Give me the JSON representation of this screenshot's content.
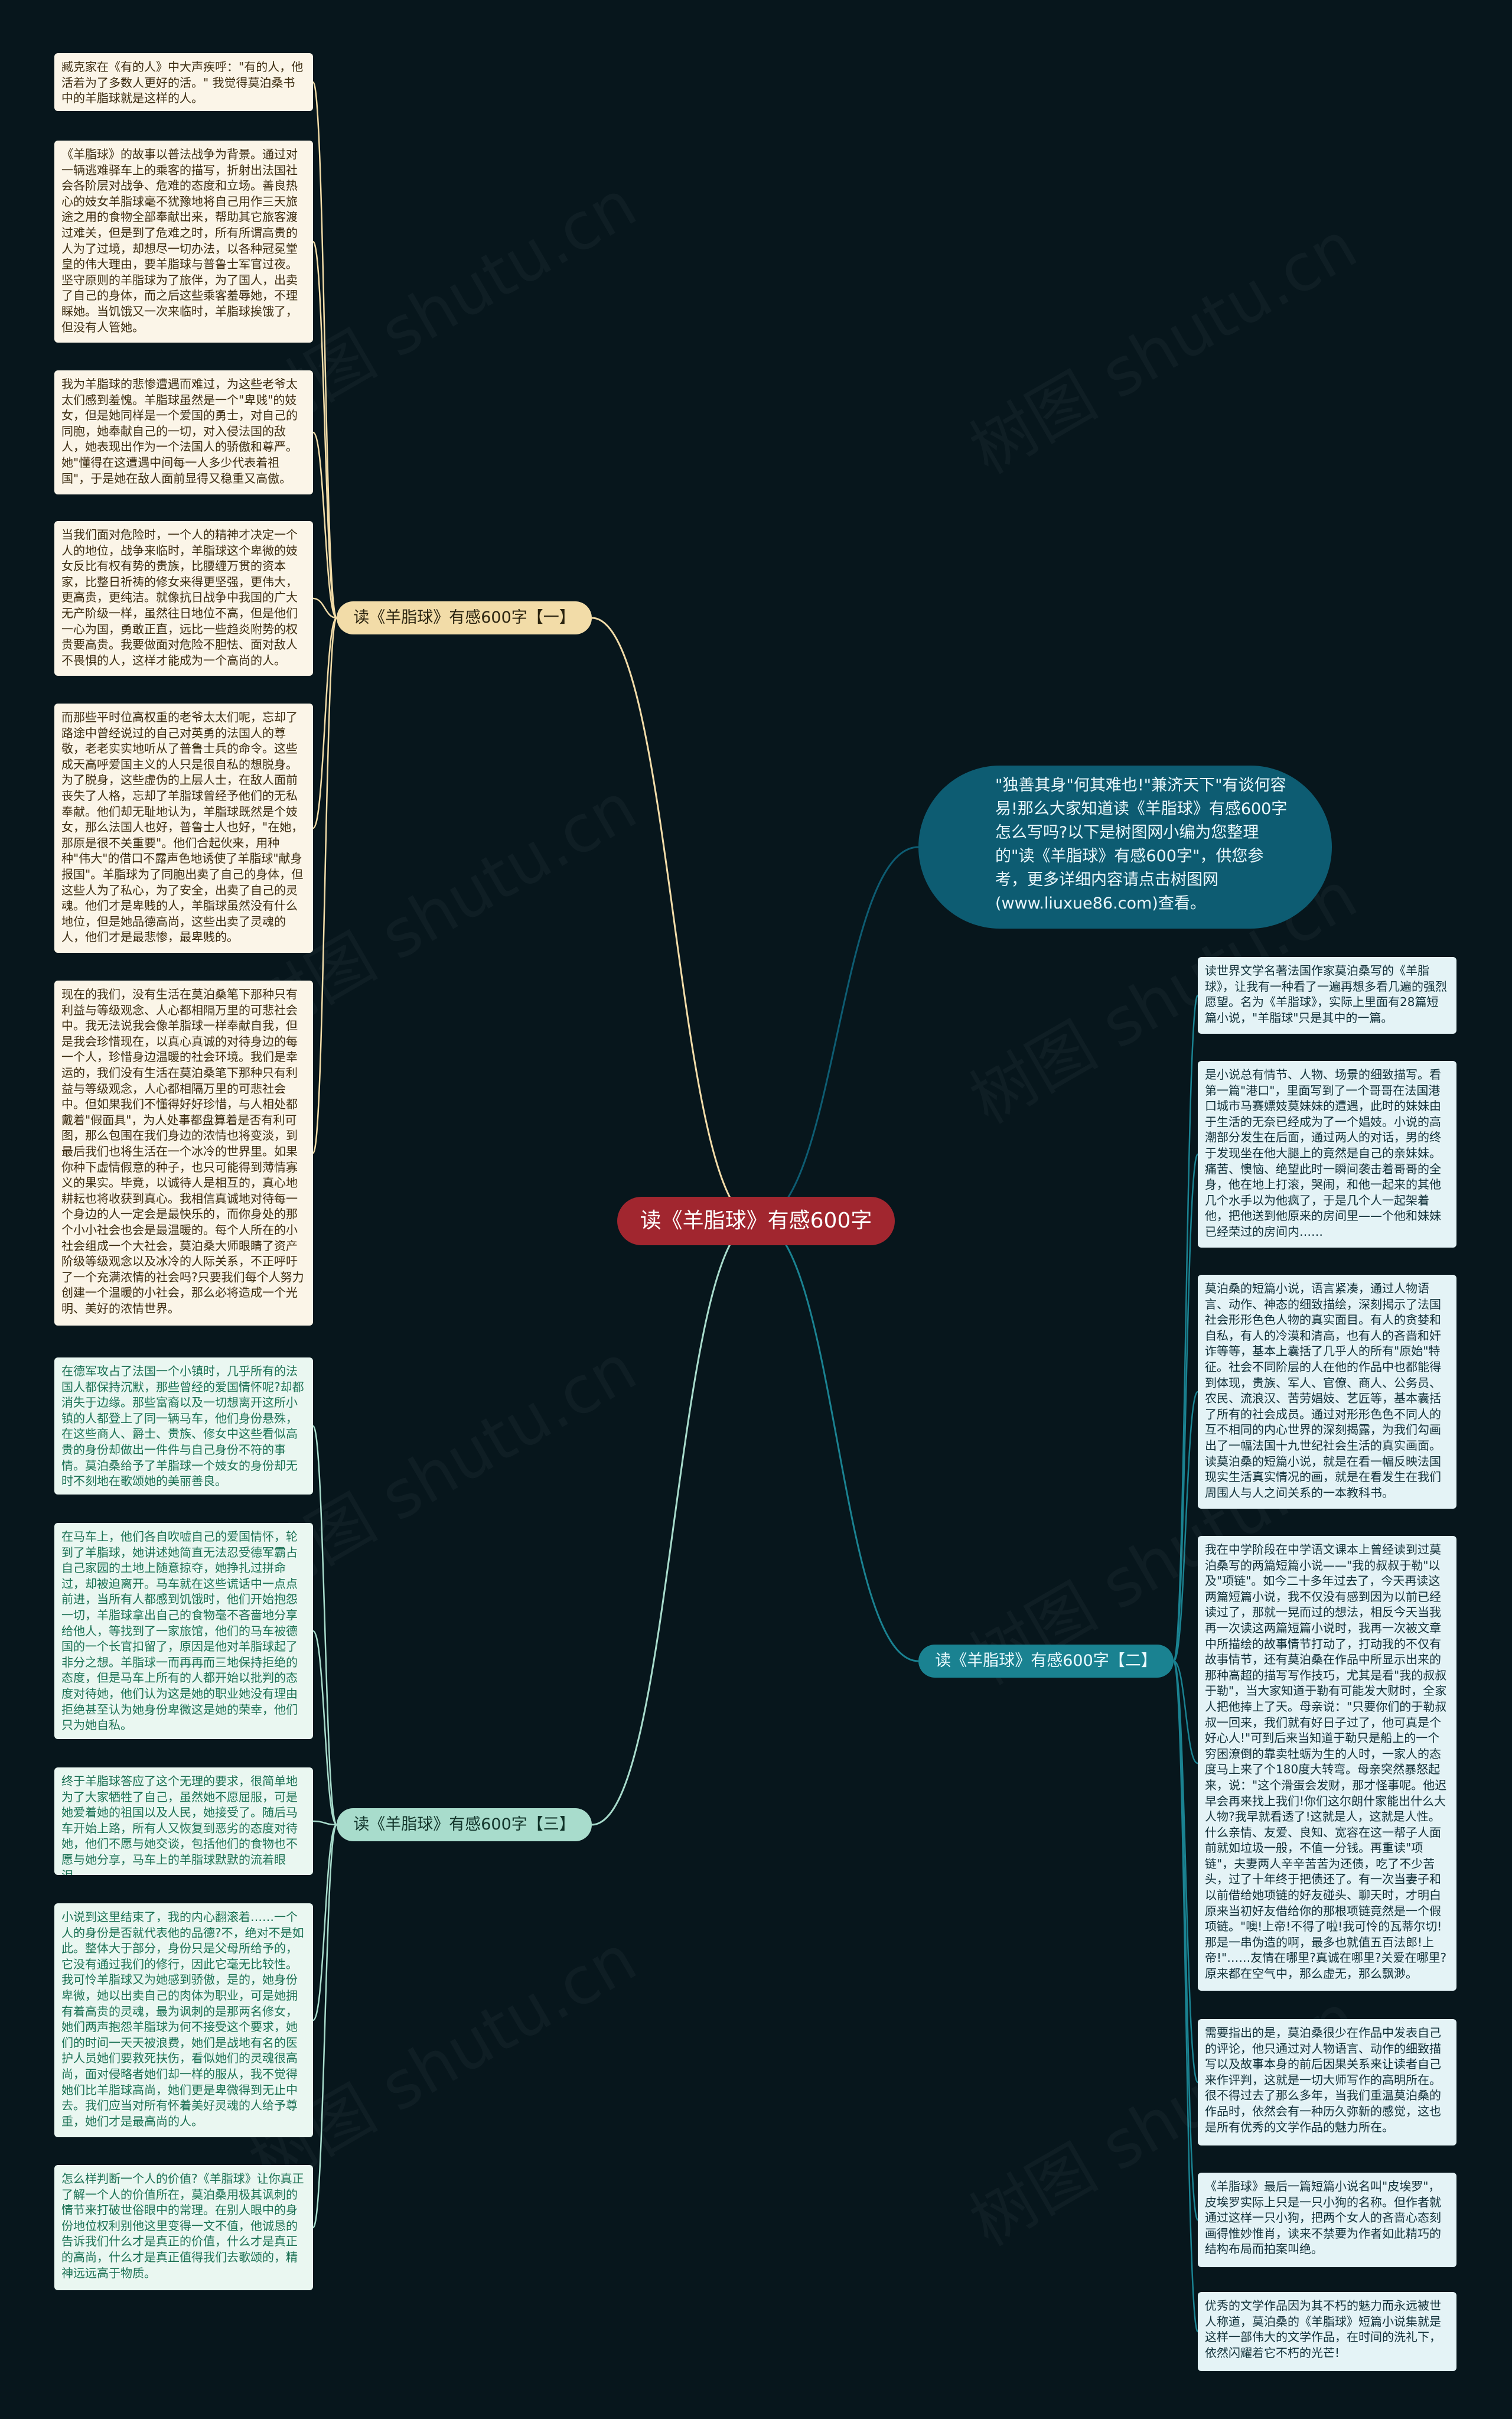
{
  "root": {
    "title": "读《羊脂球》有感600字"
  },
  "intro": {
    "text": "\"独善其身\"何其难也!\"兼济天下\"有谈何容易!那么大家知道读《羊脂球》有感600字怎么写吗?以下是树图网小编为您整理的\"读《羊脂球》有感600字\"，供您参考，更多详细内容请点击树图网(www.liuxue86.com)查看。"
  },
  "watermark": {
    "text": "树图 shutu.cn"
  },
  "colors": {
    "background": "#07161c",
    "root": "#a1262f",
    "intro": "#0d5c72",
    "branch1": "#f2dca8",
    "branch2": "#1a8291",
    "branch3": "#a8dccc"
  },
  "branches": [
    {
      "label": "读《羊脂球》有感600字【一】",
      "leaves": [
        "臧克家在《有的人》中大声疾呼：\"有的人，他活着为了多数人更好的活。\" 我觉得莫泊桑书中的羊脂球就是这样的人。",
        "《羊脂球》的故事以普法战争为背景。通过对一辆逃难驿车上的乘客的描写，折射出法国社会各阶层对战争、危难的态度和立场。善良热心的妓女羊脂球毫不犹豫地将自己用作三天旅途之用的食物全部奉献出来，帮助其它旅客渡过难关，但是到了危难之时，所有所谓高贵的人为了过境，却想尽一切办法，以各种冠冕堂皇的伟大理由，要羊脂球与普鲁士军官过夜。坚守原则的羊脂球为了旅伴，为了国人，出卖了自己的身体，而之后这些乘客羞辱她，不理睬她。当饥饿又一次来临时，羊脂球挨饿了，但没有人管她。",
        "我为羊脂球的悲惨遭遇而难过，为这些老爷太太们感到羞愧。羊脂球虽然是一个\"卑贱\"的妓女，但是她同样是一个爱国的勇士，对自己的同胞，她奉献自己的一切，对入侵法国的敌人，她表现出作为一个法国人的骄傲和尊严。她\"懂得在这遭遇中间每一人多少代表着祖国\"，于是她在敌人面前显得又稳重又高傲。",
        "当我们面对危险时，一个人的精神才决定一个人的地位，战争来临时，羊脂球这个卑微的妓女反比有权有势的贵族，比腰缠万贯的资本家，比整日祈祷的修女来得更坚强，更伟大，更高贵，更纯洁。就像抗日战争中我国的广大无产阶级一样，虽然往日地位不高，但是他们一心为国，勇敢正直，远比一些趋炎附势的权贵要高贵。我要做面对危险不胆怯、面对敌人不畏惧的人，这样才能成为一个高尚的人。",
        "而那些平时位高权重的老爷太太们呢，忘却了路途中曾经说过的自己对英勇的法国人的尊敬，老老实实地听从了普鲁士兵的命令。这些成天高呼爱国主义的人只是很自私的想脱身。为了脱身，这些虚伪的上层人士，在敌人面前丧失了人格，忘却了羊脂球曾经予他们的无私奉献。他们却无耻地认为，羊脂球既然是个妓女，那么法国人也好，普鲁士人也好，\"在她，那原是很不关重要\"。他们合起伙来，用种种\"伟大\"的借口不露声色地诱使了羊脂球\"献身报国\"。羊脂球为了同胞出卖了自己的身体，但这些人为了私心，为了安全，出卖了自己的灵魂。他们才是卑贱的人，羊脂球虽然没有什么地位，但是她品德高尚，这些出卖了灵魂的人，他们才是最悲惨，最卑贱的。",
        "现在的我们，没有生活在莫泊桑笔下那种只有利益与等级观念、人心都相隔万里的可悲社会中。我无法说我会像羊脂球一样奉献自我，但是我会珍惜现在，以真心真诚的对待身边的每一个人，珍惜身边温暖的社会环境。我们是幸运的，我们没有生活在莫泊桑笔下那种只有利益与等级观念，人心都相隔万里的可悲社会中。但如果我们不懂得好好珍惜，与人相处都戴着\"假面具\"，为人处事都盘算着是否有利可图，那么包围在我们身边的浓情也将变淡，到最后我们也将生活在一个冰冷的世界里。如果你种下虚情假意的种子，也只可能得到薄情寡义的果实。毕竟，以诚待人是相互的，真心地耕耘也将收获到真心。我相信真诚地对待每一个身边的人一定会是最快乐的，而你身处的那个小小社会也会是最温暖的。每个人所在的小社会组成一个大社会，莫泊桑大师眼睛了资产阶级等级观念以及冰冷的人际关系，不正呼吁了一个充满浓情的社会吗?只要我们每个人努力创建一个温暖的小社会，那么必将造成一个光明、美好的浓情世界。"
      ]
    },
    {
      "label": "读《羊脂球》有感600字【二】",
      "leaves": [
        "读世界文学名著法国作家莫泊桑写的《羊脂球》，让我有一种看了一遍再想多看几遍的强烈愿望。名为《羊脂球》，实际上里面有28篇短篇小说，\"羊脂球\"只是其中的一篇。",
        "是小说总有情节、人物、场景的细致描写。看第一篇\"港口\"，里面写到了一个哥哥在法国港口城市马赛嫖妓莫妹妹的遭遇，此时的妹妹由于生活的无奈已经成为了一个娼妓。小说的高潮部分发生在后面，通过两人的对话，男的终于发现坐在他大腿上的竟然是自己的亲妹妹。痛苦、懊恼、绝望此时一瞬间袭击着哥哥的全身，他在地上打滚，哭闹，和他一起来的其他几个水手以为他疯了，于是几个人一起架着他，把他送到他原来的房间里——个他和妹妹已经荣过的房间内……",
        "莫泊桑的短篇小说，语言紧凑，通过人物语言、动作、神态的细致描绘，深刻揭示了法国社会形形色色人物的真实面目。有人的贪婪和自私，有人的冷漠和清高，也有人的吝啬和奸诈等等，基本上囊括了几乎人的所有\"原始\"特征。社会不同阶层的人在他的作品中也都能得到体现，贵族、军人、官僚、商人、公务员、农民、流浪汉、苦劳娼妓、艺匠等，基本囊括了所有的社会成员。通过对形形色色不同人的互不相同的内心世界的深刻揭露，为我们勾画出了一幅法国十九世纪社会生活的真实画面。读莫泊桑的短篇小说，就是在看一幅反映法国现实生活真实情况的画，就是在看发生在我们周围人与人之间关系的一本教科书。",
        "我在中学阶段在中学语文课本上曾经读到过莫泊桑写的两篇短篇小说——\"我的叔叔于勒\"以及\"项链\"。如今二十多年过去了，今天再读这两篇短篇小说，我不仅没有感到因为以前已经读过了，那就一晃而过的想法，相反今天当我再一次读这两篇短篇小说时，我再一次被文章中所描绘的故事情节打动了，打动我的不仅有故事情节，还有莫泊桑在作品中所显示出来的那种高超的描写写作技巧，尤其是看\"我的叔叔于勒\"，当大家知道于勒有可能发大财时，全家人把他捧上了天。母亲说：\"只要你们的于勒叔叔一回来，我们就有好日子过了，他可真是个好心人!\"可到后来当知道于勒只是船上的一个穷困潦倒的靠卖牡蛎为生的人时，一家人的态度马上来了个180度大转弯。母亲突然暴怒起来，说：\"这个滑蛋会发财，那才怪事呢。他迟早会再来找上我们!你们这尔朗什家能出什么大人物?我早就看透了!这就是人，这就是人性。什么亲情、友爱、良知、宽容在这一帮子人面前就如垃圾一般，不值一分钱。再重读\"项链\"，夫妻两人辛辛苦苦为还债，吃了不少苦头，过了十年终于把债还了。有一次当妻子和以前借给她项链的好友碰头、聊天时，才明白原来当初好友借给你的那根项链竟然是一个假项链。\"噢!上帝!不得了啦!我可怜的瓦蒂尔切!那是一串伪造的啊，最多也就值五百法郎!上帝!\"……友情在哪里?真诚在哪里?关爱在哪里?原来都在空气中，那么虚无，那么飘渺。",
        "需要指出的是，莫泊桑很少在作品中发表自己的评论，他只通过对人物语言、动作的细致描写以及故事本身的前后因果关系来让读者自己来作评判，这就是一切大师写作的高明所在。很不得过去了那么多年，当我们重温莫泊桑的作品时，依然会有一种历久弥新的感觉，这也是所有优秀的文学作品的魅力所在。",
        "《羊脂球》最后一篇短篇小说名叫\"皮埃罗\"，皮埃罗实际上只是一只小狗的名称。但作者就通过这样一只小狗，把两个女人的吝啬心态刻画得惟妙惟肖，读来不禁要为作者如此精巧的结构布局而拍案叫绝。",
        "优秀的文学作品因为其不朽的魅力而永远被世人称道，莫泊桑的《羊脂球》短篇小说集就是这样一部伟大的文学作品，在时间的洗礼下，依然闪耀着它不朽的光芒!"
      ]
    },
    {
      "label": "读《羊脂球》有感600字【三】",
      "leaves": [
        "在德军攻占了法国一个小镇时，几乎所有的法国人都保持沉默，那些曾经的爱国情怀呢?却都消失于边缘。那些富裔以及一切想离开这所小镇的人都登上了同一辆马车，他们身份悬殊，在这些商人、爵士、贵族、修女中这些看似高贵的身份却做出一件件与自己身份不符的事情。莫泊桑给予了羊脂球一个妓女的身份却无时不刻地在歌颂她的美丽善良。",
        "在马车上，他们各自吹嘘自己的爱国情怀，轮到了羊脂球，她讲述她简直无法忍受德军霸占自己家园的土地上随意掠夺，她挣扎过拼命过，却被迫离开。马车就在这些谎话中一点点前进，当所有人都感到饥饿时，他们开始抱怨一切，羊脂球拿出自己的食物毫不吝啬地分享给他人，等找到了一家旅馆，他们的马车被德国的一个长官扣留了，原因是他对羊脂球起了非分之想。羊脂球一而再再而三地保持拒绝的态度，但是马车上所有的人都开始以批判的态度对待她，他们认为这是她的职业她没有理由拒绝甚至认为她身份卑微这是她的荣幸，他们只为她自私。",
        "终于羊脂球答应了这个无理的要求，很简单地为了大家牺牲了自己，虽然她不愿屈服，可是她爱着她的祖国以及人民，她接受了。随后马车开始上路，所有人又恢复到恶劣的态度对待她，他们不愿与她交谈，包括他们的食物也不愿与她分享，马车上的羊脂球默默的流着眼泪……",
        "小说到这里结束了，我的内心翻滚着……一个人的身份是否就代表他的品德?不，绝对不是如此。整体大于部分，身份只是父母所给予的，它没有通过我们的修行，因此它毫无比较性。我可怜羊脂球又为她感到骄傲，是的，她身份卑微，她以出卖自己的肉体为职业，可是她拥有着高贵的灵魂，最为讽刺的是那两名修女，她们两声抱怨羊脂球为何不接受这个要求，她们的时间一天天被浪费，她们是战地有名的医护人员她们要救死扶伤，看似她们的灵魂很高尚，面对侵略者她们却一样的服从，我不觉得她们比羊脂球高尚，她们更是卑微得到无止中去。我们应当对所有怀着美好灵魂的人给予尊重，她们才是最高尚的人。",
        "怎么样判断一个人的价值?《羊脂球》让你真正了解一个人的价值所在，莫泊桑用极其讽刺的情节来打破世俗眼中的常理。在别人眼中的身份地位权利别他这里变得一文不值，他诚恳的告诉我们什么才是真正的价值，什么才是真正的高尚，什么才是真正值得我们去歌颂的，精神远远高于物质。"
      ]
    }
  ]
}
